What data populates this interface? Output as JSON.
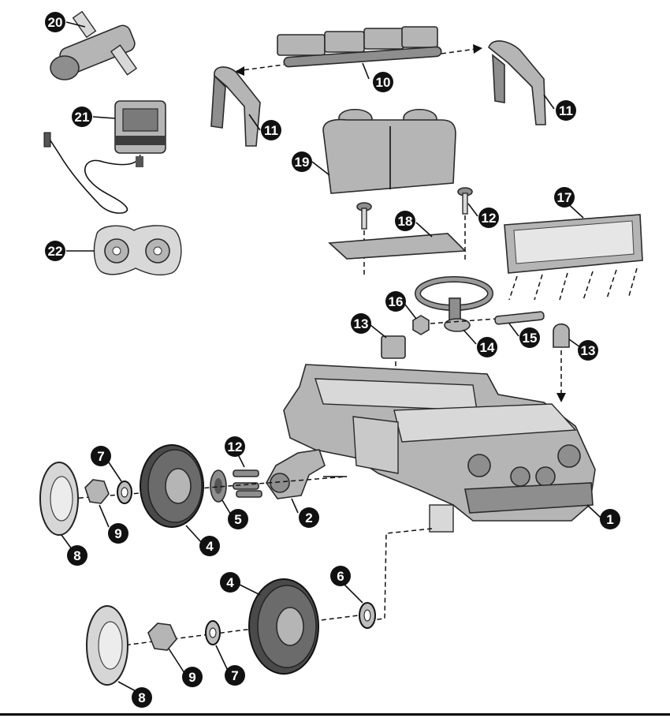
{
  "diagram": {
    "type": "exploded-parts-diagram",
    "callouts": [
      "1",
      "2",
      "4",
      "4",
      "5",
      "6",
      "7",
      "7",
      "8",
      "8",
      "9",
      "9",
      "10",
      "11",
      "11",
      "12",
      "12",
      "13",
      "13",
      "14",
      "15",
      "16",
      "17",
      "18",
      "19",
      "20",
      "21",
      "22"
    ]
  },
  "parts": {
    "vehicle_body": "1",
    "gearbox": "2",
    "wheel_front": "4",
    "wheel_rear": "4",
    "gear": "5",
    "washer_rear": "6",
    "washer_front": "7",
    "washer_rear_outer": "7",
    "hubcap_front": "8",
    "hubcap_rear": "8",
    "nut_front": "9",
    "nut_rear": "9",
    "light_bar": "10",
    "roll_bar_left": "11",
    "roll_bar_right": "11",
    "screws_seat": "12",
    "screws_gearbox": "12",
    "light_left": "13",
    "light_right": "13",
    "steering_wheel": "14",
    "steering_shaft": "15",
    "steering_nut": "16",
    "grille": "17",
    "seat_plate": "18",
    "seat": "19",
    "wrench": "20",
    "charger": "21",
    "remote": "22"
  }
}
